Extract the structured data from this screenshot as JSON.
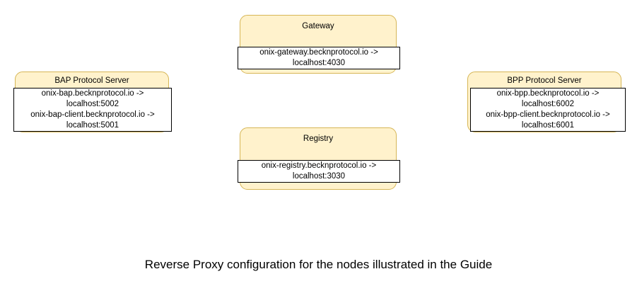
{
  "diagram": {
    "caption": "Reverse Proxy configuration for the nodes illustrated in the Guide",
    "colors": {
      "node_fill": "#fff2cc",
      "node_border": "#d6b656",
      "body_fill": "#ffffff",
      "body_border": "#000000",
      "text": "#000000",
      "background": "#ffffff"
    },
    "nodes": [
      {
        "id": "gateway",
        "title": "Gateway",
        "mappings": [
          "onix-gateway.becknprotocol.io ->",
          "localhost:4030"
        ]
      },
      {
        "id": "registry",
        "title": "Registry",
        "mappings": [
          "onix-registry.becknprotocol.io ->",
          "localhost:3030"
        ]
      },
      {
        "id": "bap",
        "title": "BAP Protocol Server",
        "mappings": [
          "onix-bap.becknprotocol.io ->",
          "localhost:5002",
          "onix-bap-client.becknprotocol.io ->",
          "localhost:5001"
        ]
      },
      {
        "id": "bpp",
        "title": "BPP Protocol Server",
        "mappings": [
          "onix-bpp.becknprotocol.io ->",
          "localhost:6002",
          "onix-bpp-client.becknprotocol.io ->",
          "localhost:6001"
        ]
      }
    ]
  }
}
